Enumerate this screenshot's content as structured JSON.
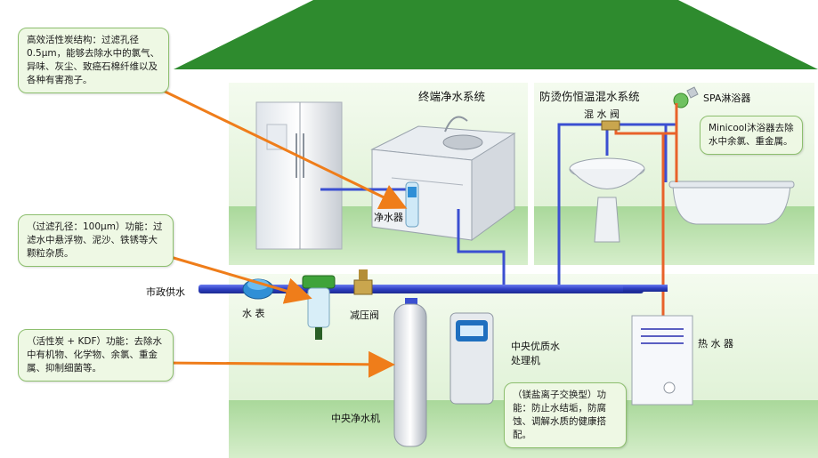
{
  "zones": {
    "terminal_title": "终端净水系统",
    "mixing_title": "防烫伤恒温混水系统"
  },
  "callouts": {
    "activated_carbon": "高效活性炭结构：过滤孔径0.5μm，能够去除水中的氯气、异味、灰尘、致癌石棉纤维以及各种有害孢子。",
    "prefilter": "（过滤孔径：100μm）功能：过滤水中悬浮物、泥沙、铁锈等大颗粒杂质。",
    "kdf": "（活性炭 + KDF）功能：去除水中有机物、化学物、余氯、重金属、抑制细菌等。",
    "minicool": "Minicool沐浴器去除水中余氯、重金属。",
    "softener": "（镁盐离子交换型）功能：防止水结垢，防腐蚀、调解水质的健康搭配。"
  },
  "labels": {
    "purifier": "净水器",
    "spa_shower": "SPA淋浴器",
    "mixing_valve": "混 水 阀",
    "municipal_water": "市政供水",
    "water_meter": "水 表",
    "pressure_valve": "减压阀",
    "central_processor": "中央优质水\n处理机",
    "water_heater": "热 水 器",
    "central_purifier": "中央净水机"
  },
  "colors": {
    "roof": "#2e8b2e",
    "wall": "#dff0d8",
    "floor": "#bfe3b0",
    "cold_pipe": "#3b4fd1",
    "hot_pipe": "#e8622a",
    "arrow": "#ef7d1a",
    "callout_bg": "#eef8e4",
    "callout_border": "#8dbf6e"
  }
}
